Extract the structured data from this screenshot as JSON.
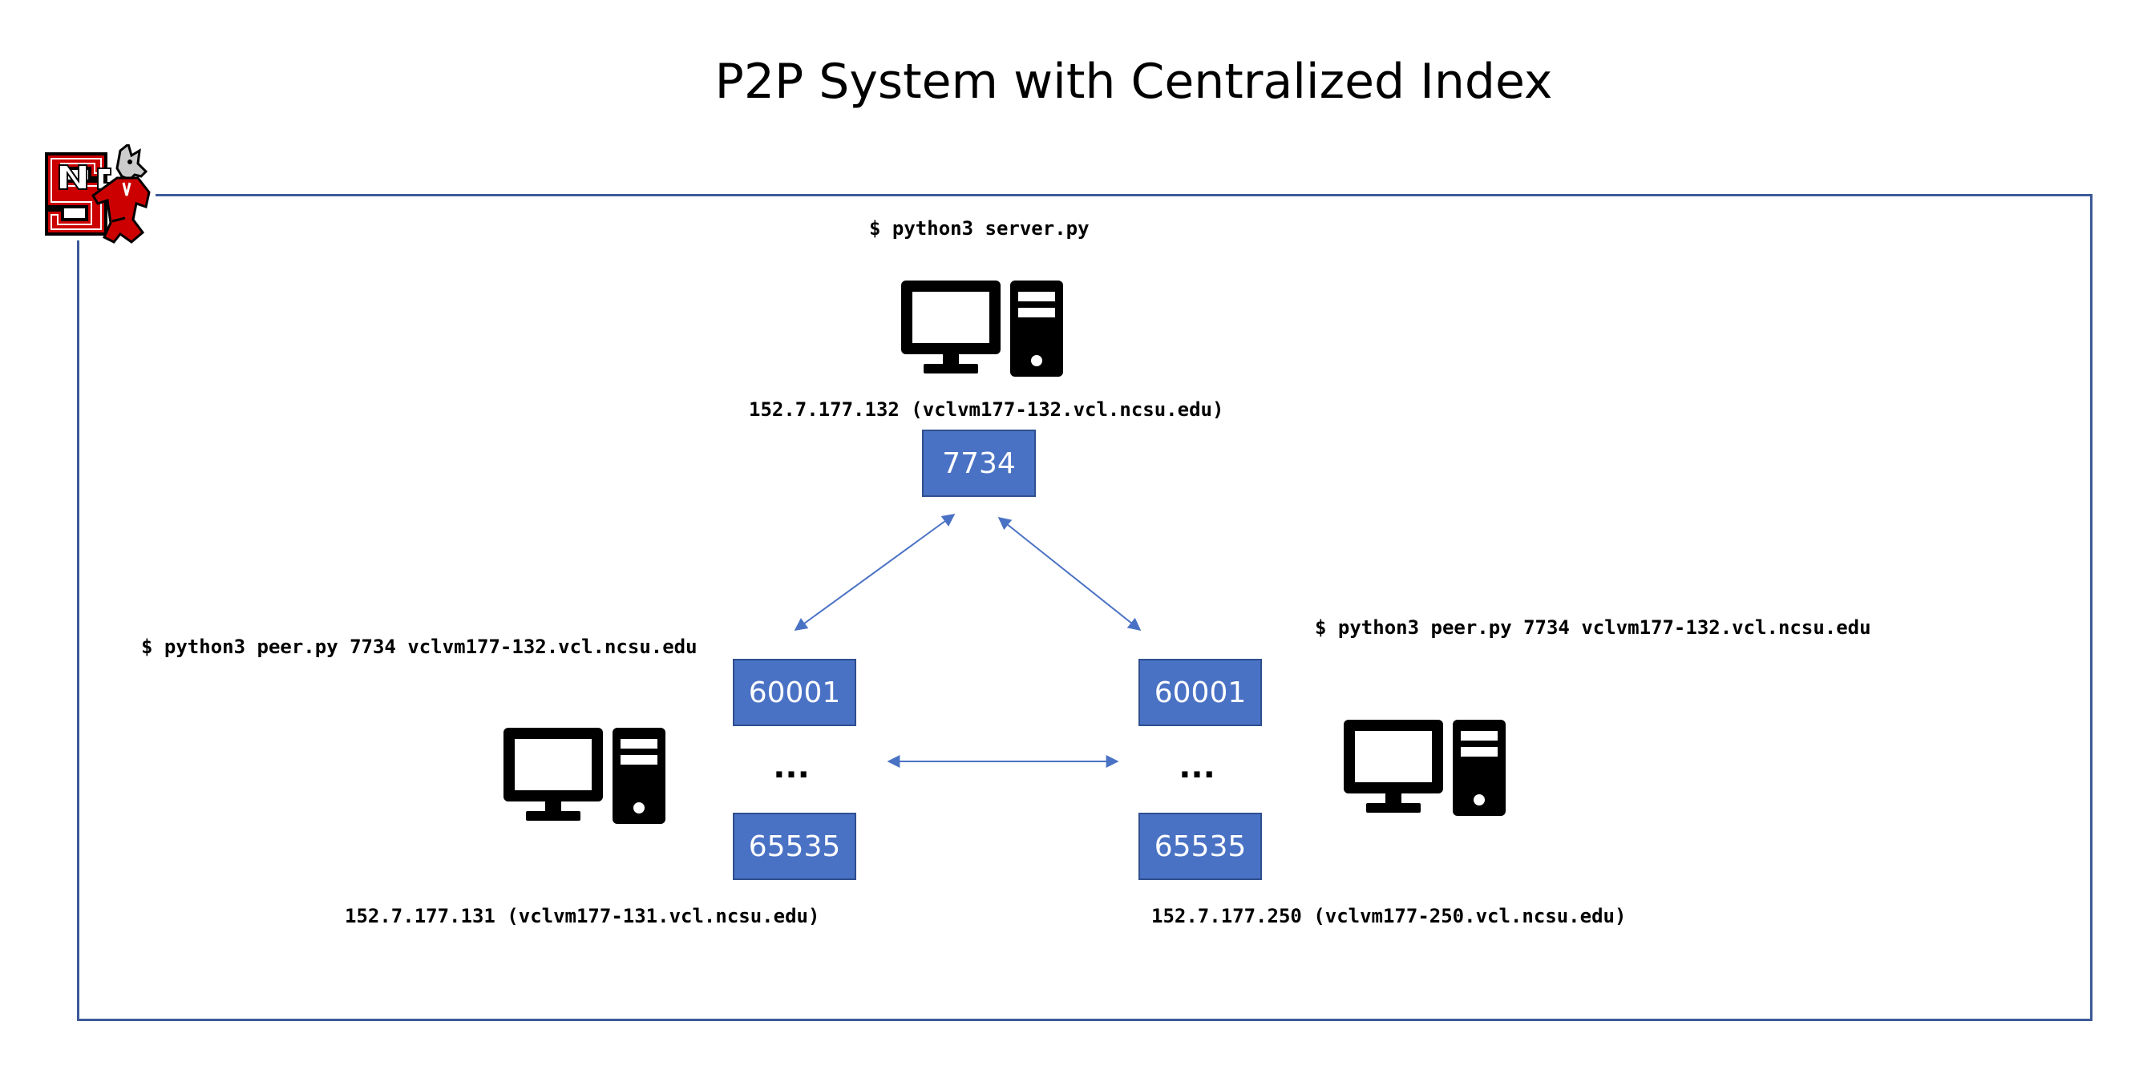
{
  "title": "P2P System with Centralized Index",
  "server": {
    "command": "$ python3 server.py",
    "address": "152.7.177.132 (vclvm177-132.vcl.ncsu.edu)",
    "port": "7734"
  },
  "peer_left": {
    "command": "$ python3 peer.py 7734 vclvm177-132.vcl.ncsu.edu",
    "address": "152.7.177.131 (vclvm177-131.vcl.ncsu.edu)",
    "port_low": "60001",
    "ellipsis": "...",
    "port_high": "65535"
  },
  "peer_right": {
    "command": "$ python3 peer.py 7734 vclvm177-132.vcl.ncsu.edu",
    "address": "152.7.177.250 (vclvm177-250.vcl.ncsu.edu)",
    "port_low": "60001",
    "ellipsis": "...",
    "port_high": "65535"
  },
  "logo": {
    "letters": "NCS",
    "icon": "nc-state-wolf-logo-icon"
  },
  "colors": {
    "port_box_fill": "#4a72c4",
    "port_box_border": "#2f4f8f",
    "frame_border": "#3d5a99",
    "arrow": "#4a72c4",
    "logo_red": "#cc0000"
  }
}
